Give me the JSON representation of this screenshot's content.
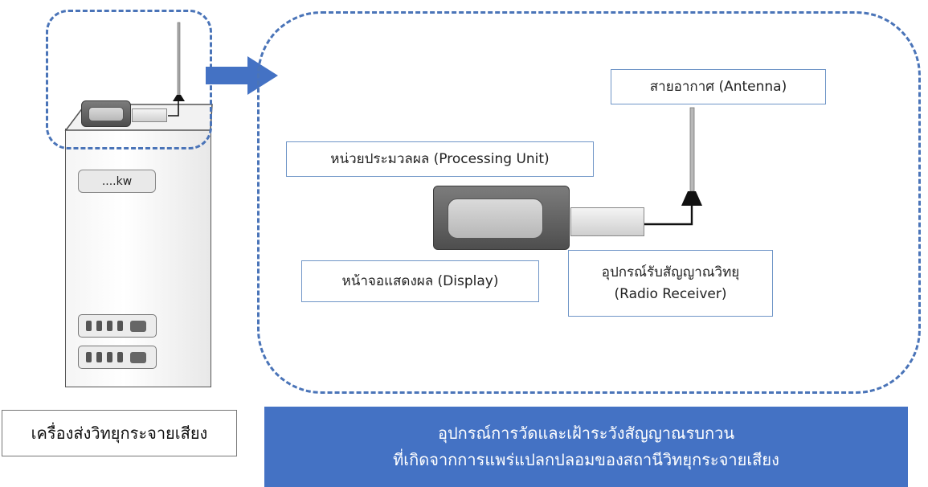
{
  "tower": {
    "power_label": "....kw",
    "caption": "เครื่องส่งวิทยุกระจายเสียง"
  },
  "detail": {
    "antenna_label": "สายอากาศ (Antenna)",
    "processing_label": "หน่วยประมวลผล (Processing Unit)",
    "display_label": "หน้าจอแสดงผล (Display)",
    "receiver_label_line1": "อุปกรณ์รับสัญญาณวิทยุ",
    "receiver_label_line2": "(Radio Receiver)"
  },
  "banner": {
    "line1": "อุปกรณ์การวัดและเฝ้าระวังสัญญาณรบกวน",
    "line2": "ที่เกิดจากการแพร่แปลกปลอมของสถานีวิทยุกระจายเสียง"
  },
  "colors": {
    "accent": "#4472c4",
    "dashed": "#4a74b8",
    "label_border": "#6f95c7"
  },
  "icons": [
    "arrow-right-icon",
    "antenna-icon",
    "processing-unit-icon",
    "radio-receiver-icon"
  ]
}
